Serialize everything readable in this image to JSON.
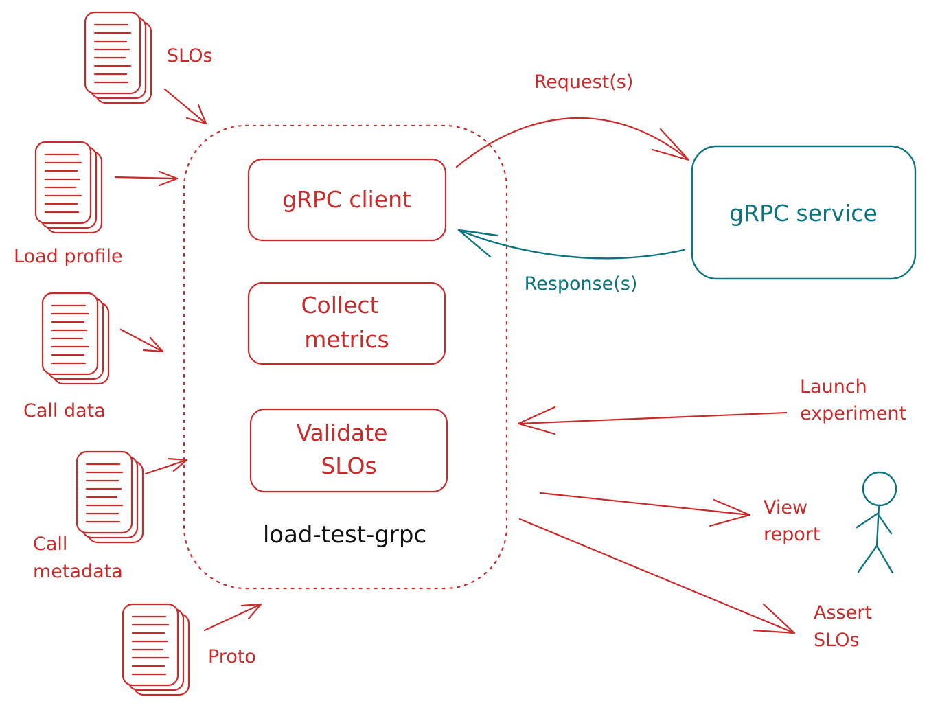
{
  "colors": {
    "red": "#c92a2a",
    "teal": "#0c7380",
    "black": "#111111",
    "background": "#ffffff"
  },
  "inputs": {
    "slos": "SLOs",
    "load_profile": "Load profile",
    "call_data": "Call data",
    "call_metadata_line1": "Call",
    "call_metadata_line2": "metadata",
    "proto": "Proto"
  },
  "tool": {
    "name": "load-test-grpc",
    "grpc_client": "gRPC client",
    "collect_metrics_line1": "Collect",
    "collect_metrics_line2": "metrics",
    "validate_slos_line1": "Validate",
    "validate_slos_line2": "SLOs"
  },
  "service": {
    "name": "gRPC service",
    "request": "Request(s)",
    "response": "Response(s)"
  },
  "user_actions": {
    "launch_line1": "Launch",
    "launch_line2": "experiment",
    "view_line1": "View",
    "view_line2": "report",
    "assert_line1": "Assert",
    "assert_line2": "SLOs"
  },
  "icons": {
    "document_stack": "document-stack-icon",
    "user": "stick-figure-user-icon"
  }
}
